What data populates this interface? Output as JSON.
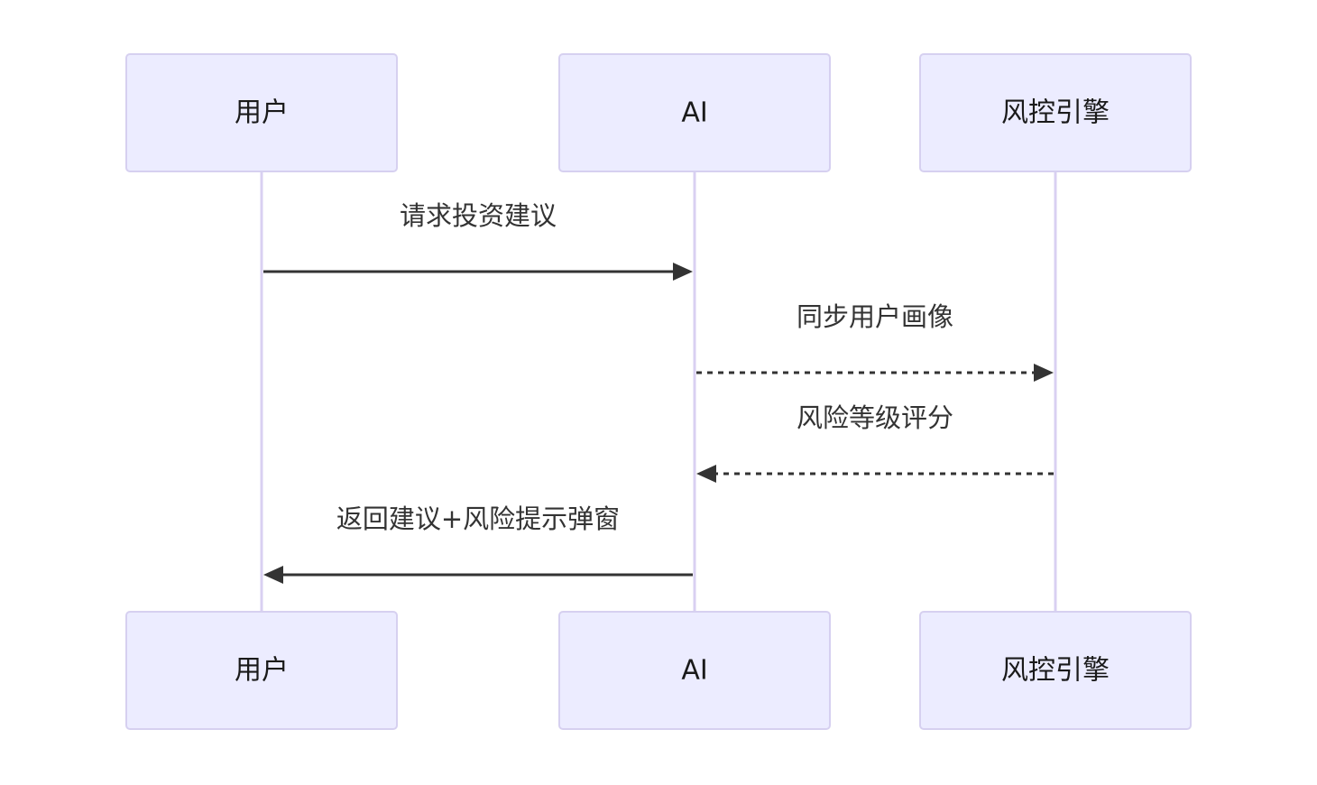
{
  "participants": [
    {
      "id": "user",
      "label": "用户"
    },
    {
      "id": "ai",
      "label": "AI"
    },
    {
      "id": "risk",
      "label": "风控引擎"
    }
  ],
  "messages": [
    {
      "from": "user",
      "to": "ai",
      "label": "请求投资建议",
      "style": "solid"
    },
    {
      "from": "ai",
      "to": "risk",
      "label": "同步用户画像",
      "style": "dashed"
    },
    {
      "from": "risk",
      "to": "ai",
      "label": "风险等级评分",
      "style": "dashed"
    },
    {
      "from": "ai",
      "to": "user",
      "label": "返回建议+风险提示弹窗",
      "style": "solid"
    }
  ],
  "colors": {
    "actor_fill": "#ececff",
    "actor_border": "#d6d0f0",
    "lifeline": "#d9d0f2",
    "arrow": "#333333"
  }
}
